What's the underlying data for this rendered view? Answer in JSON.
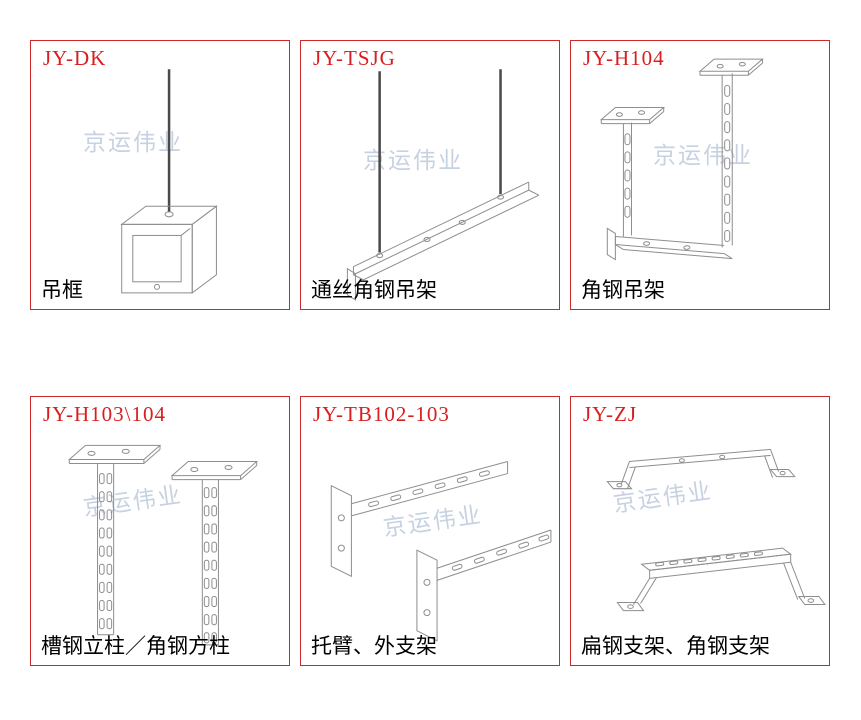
{
  "page": {
    "border_color": "#cc2a2a",
    "code_color": "#d81e1e",
    "caption_color": "#000000",
    "watermark_color": "#b9c6da",
    "line_color": "#8e8e8e"
  },
  "watermark": {
    "text": "京运伟业"
  },
  "cells": [
    {
      "code": "JY-DK",
      "caption": "吊框",
      "drawing": "hanging-frame"
    },
    {
      "code": "JY-TSJG",
      "caption": "通丝角钢吊架",
      "drawing": "threaded-rod-angle-hanger"
    },
    {
      "code": "JY-H104",
      "caption": "角钢吊架",
      "drawing": "angle-steel-hanger"
    },
    {
      "code": "JY-H103\\104",
      "caption": "槽钢立柱／角钢方柱",
      "drawing": "channel-columns"
    },
    {
      "code": "JY-TB102-103",
      "caption": "托臂、外支架",
      "drawing": "cantilever-arms"
    },
    {
      "code": "JY-ZJ",
      "caption": "扁钢支架、角钢支架",
      "drawing": "flat-steel-brackets"
    }
  ]
}
